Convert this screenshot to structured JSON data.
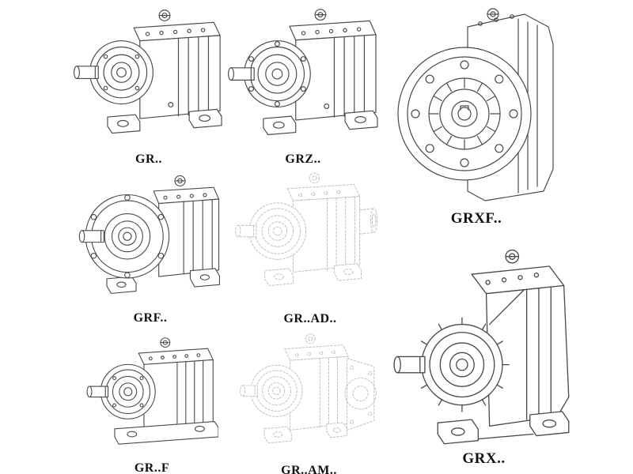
{
  "models": [
    {
      "id": "gr",
      "label": "GR..",
      "drawing": "foot-mounted helical gear unit, isometric",
      "line_style": "solid"
    },
    {
      "id": "grz",
      "label": "GRZ..",
      "drawing": "foot-mounted helical gear unit with bolted bearing face, isometric",
      "line_style": "solid"
    },
    {
      "id": "grxf",
      "label": "GRXF..",
      "drawing": "flange-mounted gear unit, front flange view",
      "line_style": "solid"
    },
    {
      "id": "grf",
      "label": "GRF..",
      "drawing": "flange-mounted helical gear unit with large B5 flange, isometric",
      "line_style": "solid"
    },
    {
      "id": "grad",
      "label": "GR..AD..",
      "drawing": "gear unit with input adapter, ghosted/dashed drawing",
      "line_style": "faint-dashed"
    },
    {
      "id": "grft",
      "label": "GR..F",
      "drawing": "foot-mounted gear unit on base plate, isometric",
      "line_style": "solid"
    },
    {
      "id": "gram",
      "label": "GR..AM..",
      "drawing": "gear unit with motor mounting flange, ghosted/dashed drawing",
      "line_style": "faint-dashed"
    },
    {
      "id": "grx",
      "label": "GRX..",
      "drawing": "large foot-mounted gear unit with finned input housing, isometric",
      "line_style": "solid"
    }
  ],
  "colors": {
    "background": "#ffffff",
    "line": "#4a4a4a",
    "line_faint": "#bfbfbf",
    "label_text": "#111111"
  }
}
